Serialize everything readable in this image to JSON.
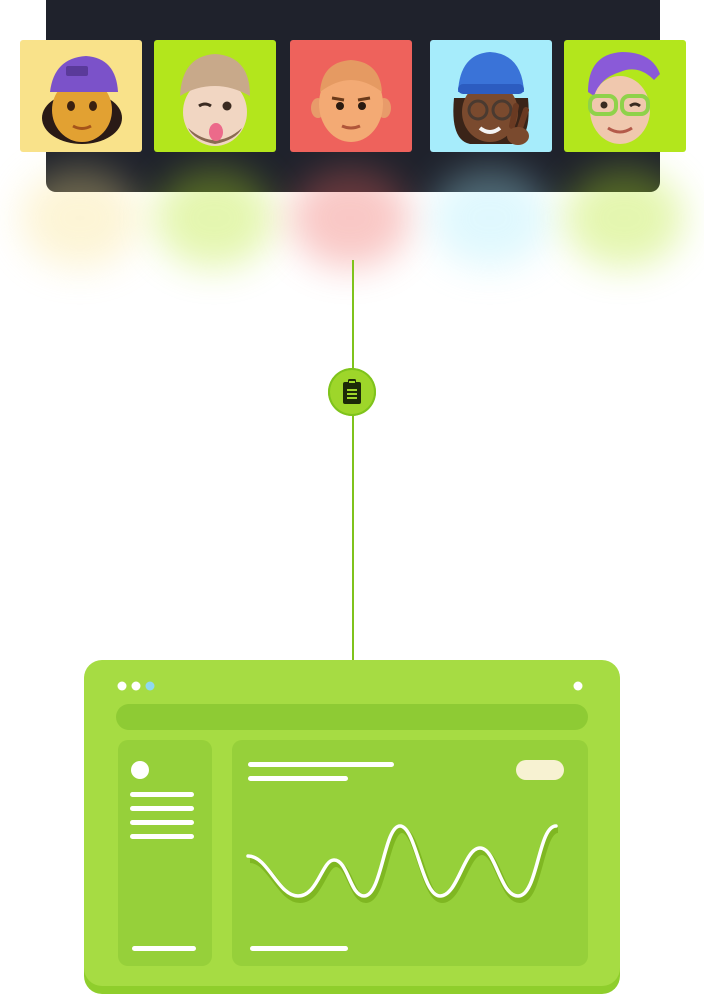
{
  "colors": {
    "panel": "#1f222c",
    "accent_green": "#9ed62a",
    "line_green": "#7fc31c",
    "card_yellow": "#f9e28a",
    "card_lime": "#b3e61c",
    "card_coral": "#ee625c",
    "card_cyan": "#a6ecfb"
  },
  "team": [
    {
      "icon": "avatar-purple-cap-icon",
      "bg": "#f9e28a"
    },
    {
      "icon": "avatar-beanie-winking-icon",
      "bg": "#b3e61c"
    },
    {
      "icon": "avatar-bald-man-icon",
      "bg": "#ee625c"
    },
    {
      "icon": "avatar-blue-beanie-glasses-icon",
      "bg": "#a6ecfb"
    },
    {
      "icon": "avatar-purple-hair-glasses-icon",
      "bg": "#b3e61c"
    }
  ],
  "connector": {
    "icon": "clipboard-icon"
  },
  "dashboard": {
    "icon": "dashboard-window-illustration",
    "sidebar_lines": 4,
    "chart": {
      "type": "line",
      "trend": "wave"
    }
  }
}
